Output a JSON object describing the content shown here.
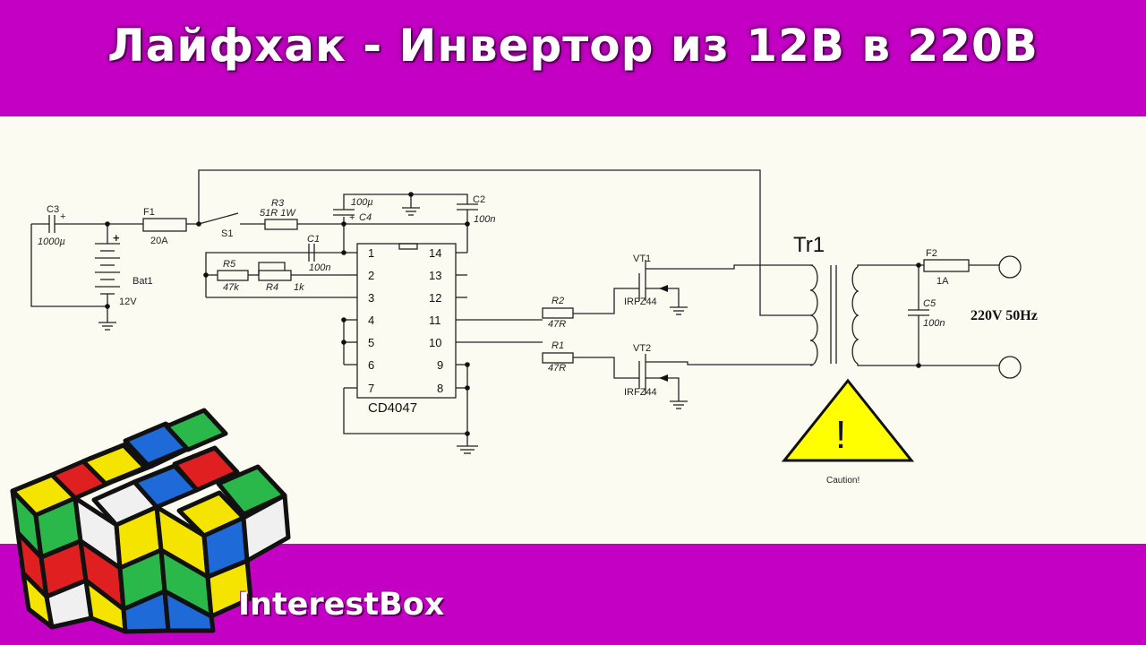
{
  "header": {
    "title": "Лайфхак - Инвертор из 12В в 220В"
  },
  "footer": {
    "brand": "InterestBox"
  },
  "schematic": {
    "ic": {
      "name": "CD4047",
      "pins_left": [
        "1",
        "2",
        "3",
        "4",
        "5",
        "6",
        "7"
      ],
      "pins_right": [
        "14",
        "13",
        "12",
        "11",
        "10",
        "9",
        "8"
      ]
    },
    "components": {
      "c3": {
        "ref": "C3",
        "value": "1000µ",
        "plus": "+"
      },
      "f1": {
        "ref": "F1",
        "value": "20A"
      },
      "s1": {
        "ref": "S1"
      },
      "r3": {
        "ref": "R3",
        "value": "51R 1W"
      },
      "c4": {
        "ref": "C4",
        "value": "100µ",
        "plus": "+"
      },
      "c2": {
        "ref": "C2",
        "value": "100n"
      },
      "c1": {
        "ref": "C1",
        "value": "100n"
      },
      "r5": {
        "ref": "R5",
        "value": "47k"
      },
      "r4": {
        "ref": "R4",
        "value": "1k"
      },
      "bat1": {
        "ref": "Bat1",
        "value": "12V",
        "plus": "+"
      },
      "r2": {
        "ref": "R2",
        "value": "47R"
      },
      "r1": {
        "ref": "R1",
        "value": "47R"
      },
      "vt1": {
        "ref": "VT1",
        "value": "IRFZ44"
      },
      "vt2": {
        "ref": "VT2",
        "value": "IRFZ44"
      },
      "tr1": {
        "ref": "Tr1"
      },
      "f2": {
        "ref": "F2",
        "value": "1A"
      },
      "c5": {
        "ref": "C5",
        "value": "100n"
      }
    },
    "output_label": "220V 50Hz",
    "warning": {
      "label": "Caution!",
      "symbol": "!"
    }
  },
  "colors": {
    "band": "#c400c4",
    "panel": "#fbfbf1",
    "warning_fill": "#ffff00"
  }
}
